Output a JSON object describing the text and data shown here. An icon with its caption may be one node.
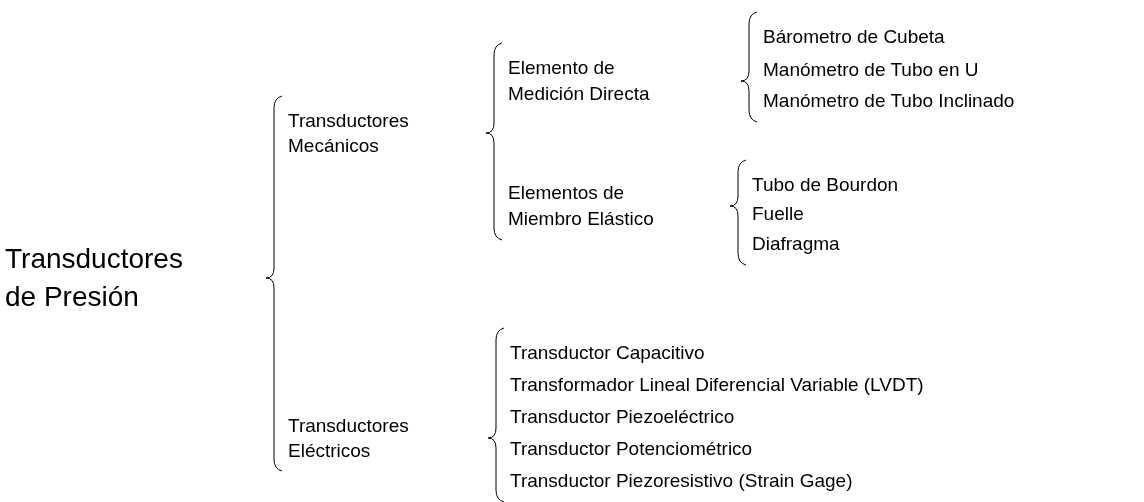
{
  "diagram": {
    "nodes": [
      {
        "text": [
          "Transductores de Presión"
        ]
      },
      {
        "text": [
          "Transductores Mecánicos"
        ]
      },
      {
        "text": [
          "Transductores Eléctricos"
        ]
      },
      {
        "text": [
          "Elemento de Medición Directa"
        ]
      },
      {
        "text": [
          "Elementos de Miembro Elástico"
        ]
      },
      {
        "text": [
          "Bárometro de Cubeta"
        ]
      },
      {
        "text": [
          "Manómetro de Tubo en U"
        ]
      },
      {
        "text": [
          "Manómetro de Tubo Inclinado"
        ]
      },
      {
        "text": [
          "Tubo de Bourdon"
        ]
      },
      {
        "text": [
          "Fuelle"
        ]
      },
      {
        "text": [
          "Diafragma"
        ]
      },
      {
        "text": [
          "Transductor Capacitivo"
        ]
      },
      {
        "text": [
          "Transformador Lineal Diferencial Variable (LVDT)"
        ]
      },
      {
        "text": [
          "Transductor Piezoeléctrico"
        ]
      },
      {
        "text": [
          "Transductor Potenciométrico"
        ]
      },
      {
        "text": [
          "Transductor Piezoresistivo (Strain Gage)"
        ]
      }
    ]
  }
}
